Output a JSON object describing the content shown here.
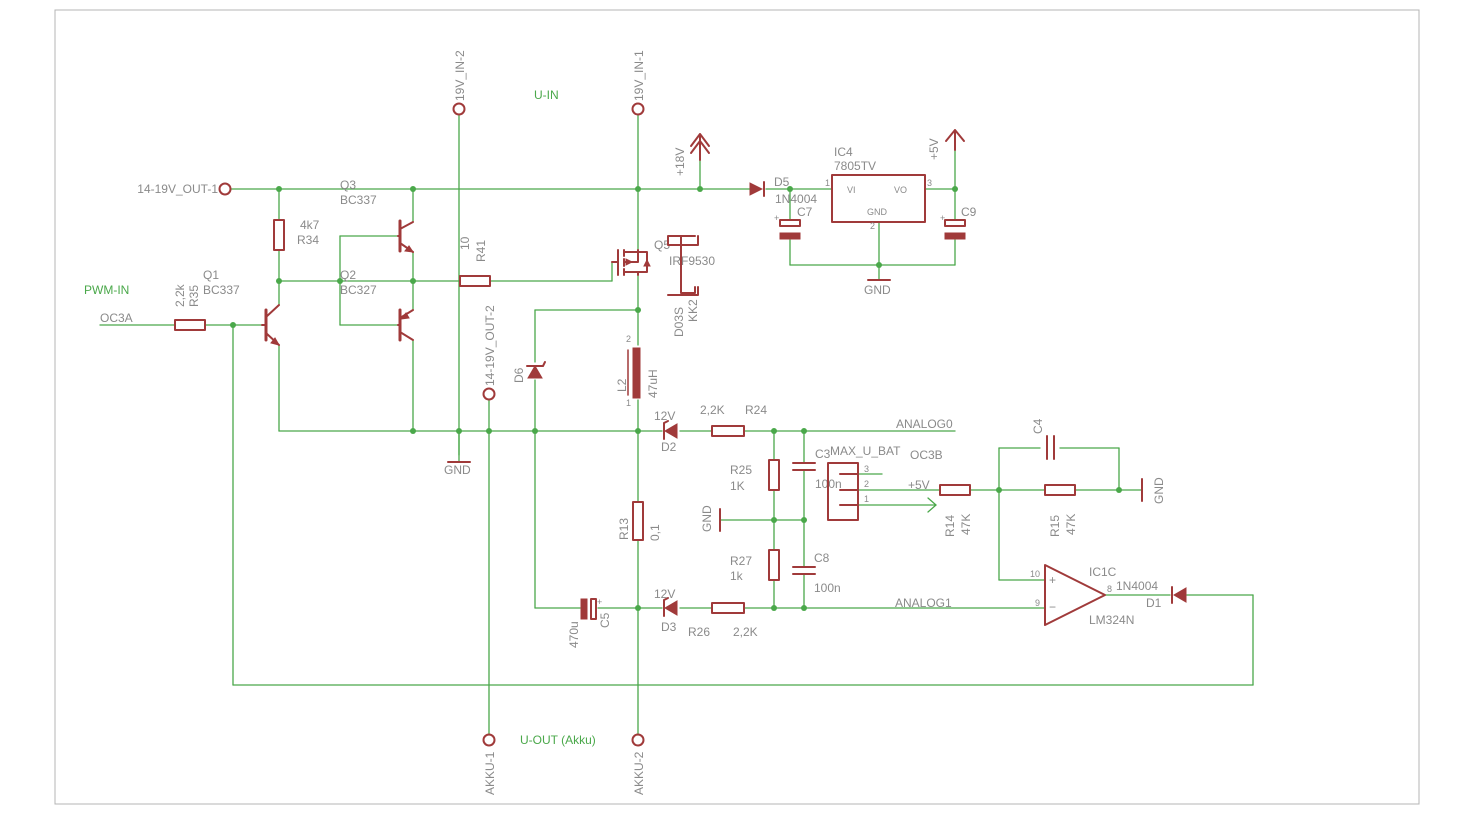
{
  "colors": {
    "wire": "#4aa84a",
    "component": "#a03a3a",
    "text": "#8a8a8a",
    "frame": "#b4b4b4"
  },
  "connectors": {
    "in2": "19V_IN-2",
    "in1": "19V_IN-1",
    "out1": "14-19V_OUT-1",
    "out2": "14-19V_OUT-2",
    "akku1": "AKKU-1",
    "akku2": "AKKU-2"
  },
  "nets": {
    "u_in": "U-IN",
    "u_out": "U-OUT (Akku)",
    "pwm_in": "PWM-IN",
    "oc3a": "OC3A",
    "oc3b": "OC3B",
    "analog0": "ANALOG0",
    "analog1": "ANALOG1",
    "gnd": "GND",
    "p18v": "+18V",
    "p5v": "+5V",
    "p5v_label": "+5V"
  },
  "parts": {
    "q1": {
      "name": "Q1",
      "value": "BC337"
    },
    "q2": {
      "name": "Q2",
      "value": "BC327"
    },
    "q3": {
      "name": "Q3",
      "value": "BC337"
    },
    "q5": {
      "name": "Q5",
      "value": "IRF9530"
    },
    "kk2": {
      "name": "KK2",
      "value": "D03S"
    },
    "r34": {
      "name": "R34",
      "value": "4k7"
    },
    "r35": {
      "name": "R35",
      "value": "2,2k"
    },
    "r41": {
      "name": "R41",
      "value": "10"
    },
    "r13": {
      "name": "R13",
      "value": "0,1"
    },
    "r24": {
      "name": "R24",
      "value": "2,2K"
    },
    "r25": {
      "name": "R25",
      "value": "1K"
    },
    "r26": {
      "name": "R26",
      "value": "2,2K"
    },
    "r27": {
      "name": "R27",
      "value": "1k"
    },
    "r14": {
      "name": "R14",
      "value": "47K"
    },
    "r15": {
      "name": "R15",
      "value": "47K"
    },
    "l2": {
      "name": "L2",
      "value": "47uH"
    },
    "d1": {
      "name": "D1",
      "value": "1N4004"
    },
    "d2": {
      "name": "D2",
      "value": "12V"
    },
    "d3": {
      "name": "D3",
      "value": "12V"
    },
    "d5": {
      "name": "D5",
      "value": "1N4004"
    },
    "d6": {
      "name": "D6"
    },
    "c3": {
      "name": "C3",
      "value": "100n"
    },
    "c4": {
      "name": "C4"
    },
    "c5": {
      "name": "C5",
      "value": "470u"
    },
    "c7": {
      "name": "C7"
    },
    "c8": {
      "name": "C8",
      "value": "100n"
    },
    "c9": {
      "name": "C9"
    },
    "ic4": {
      "name": "IC4",
      "value": "7805TV",
      "vi": "VI",
      "vo": "VO",
      "gnd": "GND",
      "pin1": "1",
      "pin2": "2",
      "pin3": "3"
    },
    "ic1c": {
      "name": "IC1C",
      "value": "LM324N",
      "pin10": "10",
      "pin9": "9",
      "pin8": "8",
      "plus": "+",
      "minus": "−"
    },
    "jumper": {
      "name": "MAX_U_BAT",
      "pin1": "1",
      "pin2": "2",
      "pin3": "3"
    }
  },
  "pins": {
    "l2_top": "2",
    "l2_bot": "1",
    "c_plus": "+"
  }
}
